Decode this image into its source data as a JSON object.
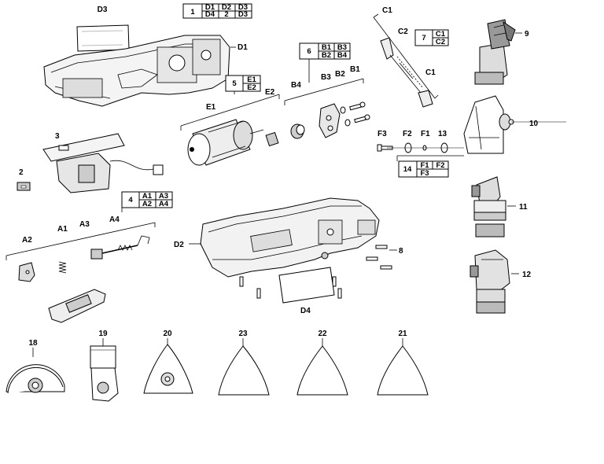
{
  "labels": {
    "d3": "D3",
    "d1": "D1",
    "c1_top": "C1",
    "c2": "C2",
    "c1": "C1",
    "n9": "9",
    "n10": "10",
    "n11": "11",
    "n12": "12",
    "b4": "B4",
    "b3": "B3",
    "b2": "B2",
    "b1": "B1",
    "e1": "E1",
    "e2": "E2",
    "n3": "3",
    "n2": "2",
    "f3": "F3",
    "f2": "F2",
    "f1": "F1",
    "n13": "13",
    "a4": "A4",
    "a3": "A3",
    "a1": "A1",
    "a2": "A2",
    "d2": "D2",
    "d4": "D4",
    "n8": "8",
    "n18": "18",
    "n19": "19",
    "n20": "20",
    "n23": "23",
    "n22": "22",
    "n21": "21"
  },
  "tables": {
    "t1": {
      "num": "1",
      "r1": [
        "D1",
        "D2",
        "D3"
      ],
      "r2": [
        "D4",
        "2",
        "D3"
      ]
    },
    "t5": {
      "num": "5",
      "r1": "E1",
      "r2": "E2"
    },
    "t6": {
      "num": "6",
      "r1": [
        "B1",
        "B3"
      ],
      "r2": [
        "B2",
        "B4"
      ]
    },
    "t7": {
      "num": "7",
      "r1": "C1",
      "r2": "C2"
    },
    "t14": {
      "num": "14",
      "r1": [
        "F1",
        "F2"
      ],
      "r2": "F3"
    },
    "t4": {
      "num": "4",
      "r1": [
        "A1",
        "A3"
      ],
      "r2": [
        "A2",
        "A4"
      ]
    }
  }
}
